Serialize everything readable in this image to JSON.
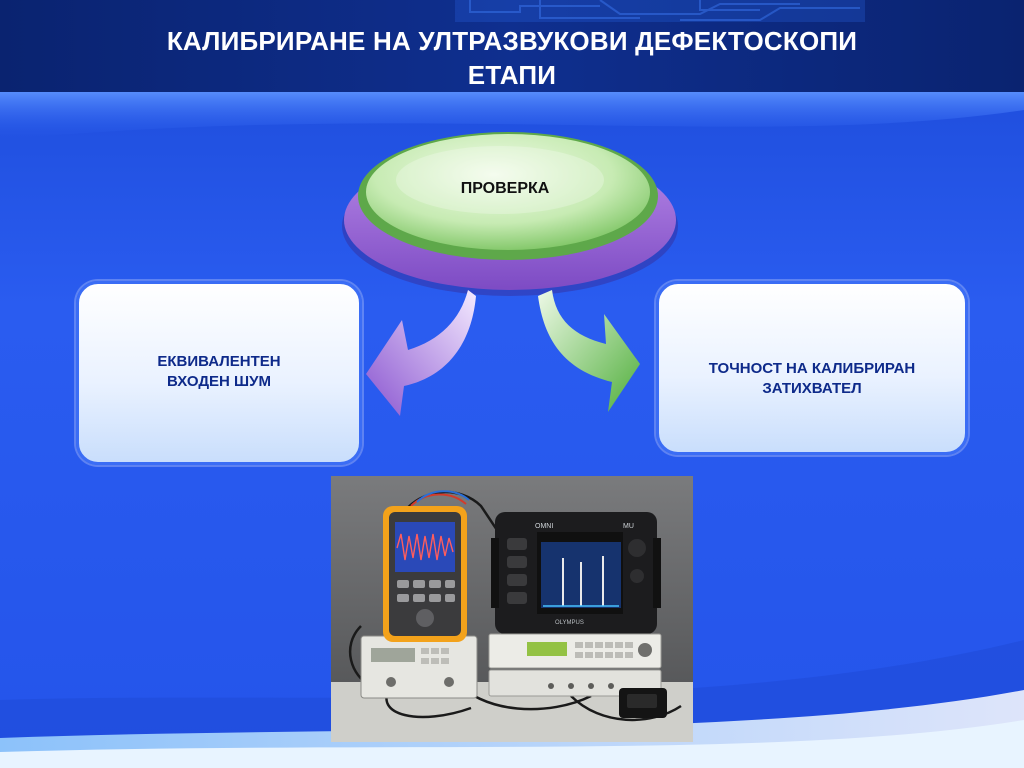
{
  "title": {
    "line1": "КАЛИБРИРАНЕ НА УЛТРАЗВУКОВИ ДЕФЕКТОСКОПИ",
    "line2": "ЕТАПИ"
  },
  "diagram": {
    "center_node": {
      "label": "ПРОВЕРКА"
    },
    "left_node": {
      "line1": "ЕКВИВАЛЕНТЕН",
      "line2": "ВХОДЕН ШУМ"
    },
    "right_node": {
      "line1": "ТОЧНОСТ НА КАЛИБРИРАН",
      "line2": "ЗАТИХВАТЕЛ"
    }
  },
  "colors": {
    "background": "#2454ea",
    "title_band": "#0d2b86",
    "oval_green": "#7cc96a",
    "oval_purple": "#a56ad9",
    "box_text": "#0e2a8a"
  },
  "photo": {
    "brand": "OMNI",
    "brand2": "MU",
    "maker": "OLYMPUS"
  }
}
